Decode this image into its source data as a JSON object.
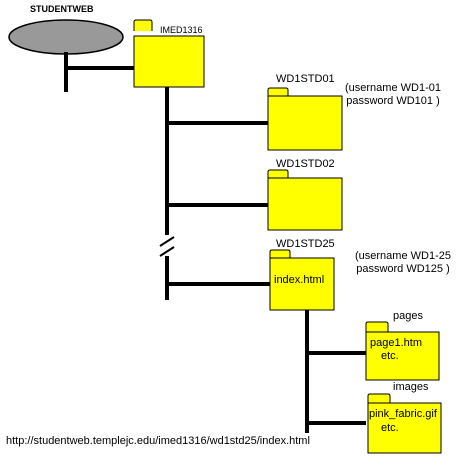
{
  "colors": {
    "folder_fill": "#ffff00",
    "outline": "#000000",
    "server_fill": "#999999",
    "background": "#ffffff"
  },
  "server": {
    "label": "STUDENTWEB",
    "icon": "server-disk-icon"
  },
  "folders": {
    "root": {
      "label": "IMED1316",
      "icon": "folder-icon"
    },
    "std01": {
      "label": "WD1STD01",
      "credentials": [
        "(username  WD1-01",
        "password  WD101 )"
      ]
    },
    "std02": {
      "label": "WD1STD02"
    },
    "std25": {
      "label": "WD1STD25",
      "credentials": [
        "(username WD1-25",
        "password  WD125 )"
      ],
      "content": "index.html"
    },
    "pages": {
      "label": "pages",
      "content": [
        "page1.htm",
        "etc."
      ]
    },
    "images": {
      "label": "images",
      "content": [
        "pink_fabric.gif",
        "etc."
      ]
    }
  },
  "url": "http://studentweb.templejc.edu/imed1316/wd1std25/index.html"
}
